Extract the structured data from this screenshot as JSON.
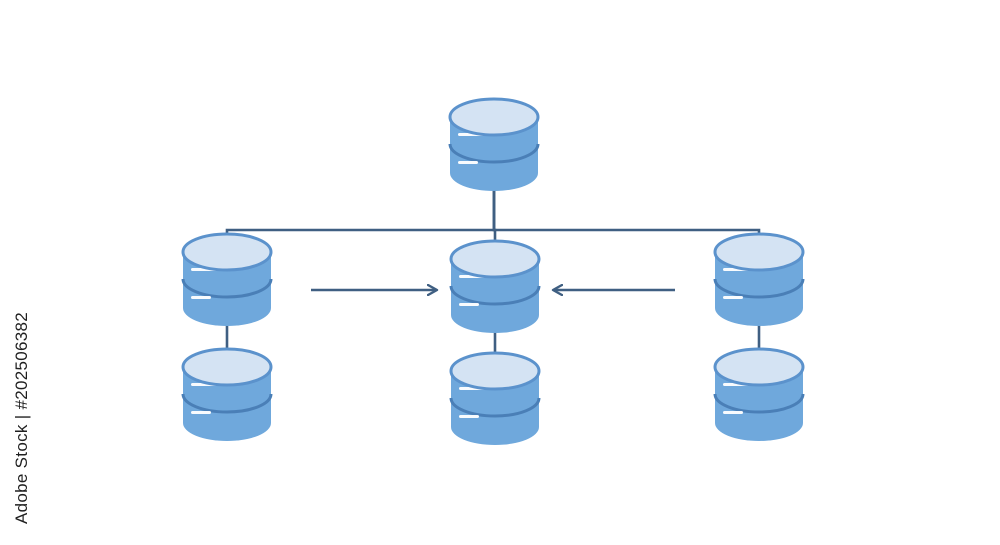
{
  "watermark": {
    "side_label": "Adobe Stock | #202506382"
  },
  "diagram": {
    "nodes": [
      {
        "id": "db-top",
        "role": "root"
      },
      {
        "id": "db-left-upper",
        "role": "branch"
      },
      {
        "id": "db-center-upper",
        "role": "hub"
      },
      {
        "id": "db-right-upper",
        "role": "branch"
      },
      {
        "id": "db-left-lower",
        "role": "replica"
      },
      {
        "id": "db-center-lower",
        "role": "replica"
      },
      {
        "id": "db-right-lower",
        "role": "replica"
      }
    ],
    "edges": [
      {
        "from": "db-top",
        "to": "db-left-upper",
        "type": "line"
      },
      {
        "from": "db-top",
        "to": "db-center-upper",
        "type": "line"
      },
      {
        "from": "db-top",
        "to": "db-right-upper",
        "type": "line"
      },
      {
        "from": "db-left-upper",
        "to": "db-center-upper",
        "type": "arrow"
      },
      {
        "from": "db-right-upper",
        "to": "db-center-upper",
        "type": "arrow"
      },
      {
        "from": "db-left-upper",
        "to": "db-left-lower",
        "type": "line"
      },
      {
        "from": "db-center-upper",
        "to": "db-center-lower",
        "type": "line"
      },
      {
        "from": "db-right-upper",
        "to": "db-right-lower",
        "type": "line"
      }
    ]
  },
  "colors": {
    "body": "#6fa8dc",
    "top_face": "#d4e3f3",
    "rim": "#5b92cc",
    "separator": "#4a7fb7",
    "highlight": "#ffffff",
    "connector": "#3f5f82"
  }
}
